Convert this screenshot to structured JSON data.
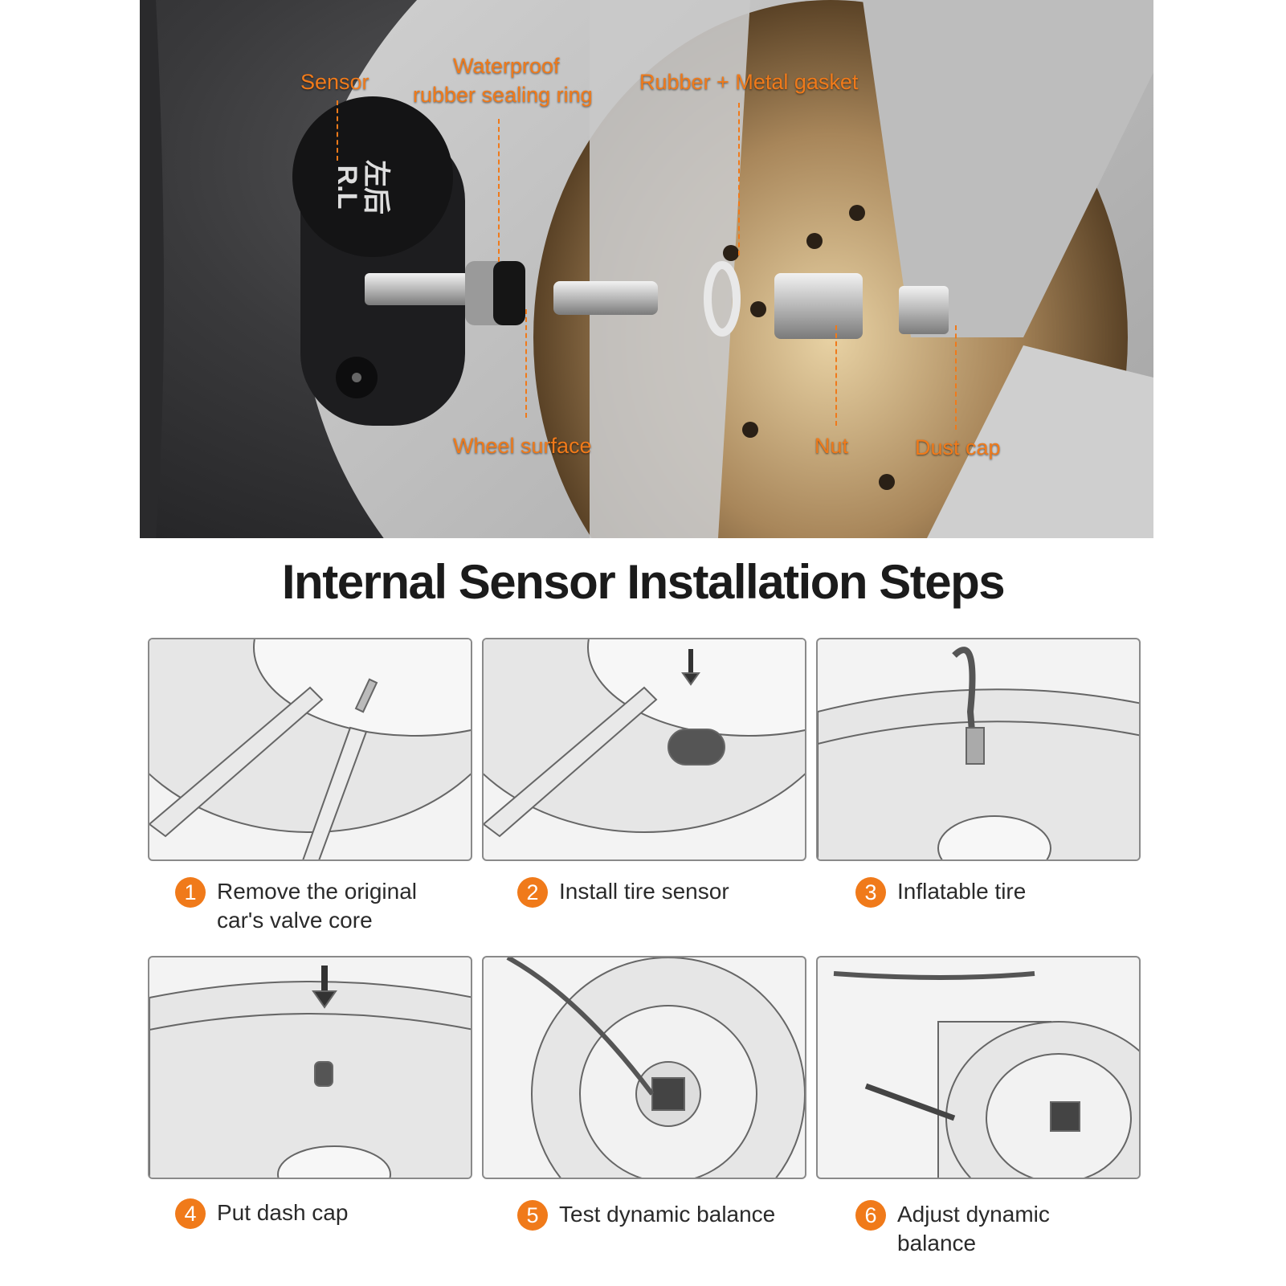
{
  "hero": {
    "callouts": {
      "sensor": "Sensor",
      "sealing_ring_line1": "Waterproof",
      "sealing_ring_line2": "rubber sealing ring",
      "gasket": "Rubber + Metal gasket",
      "wheel_surface": "Wheel surface",
      "nut": "Nut",
      "dust_cap": "Dust cap"
    },
    "sensor_marking_cn": "左后",
    "sensor_marking": "R.L"
  },
  "title": "Internal Sensor Installation Steps",
  "steps": [
    {
      "number": "1",
      "label": "Remove the original car's valve core"
    },
    {
      "number": "2",
      "label": "Install tire sensor"
    },
    {
      "number": "3",
      "label": "Inflatable tire"
    },
    {
      "number": "4",
      "label": "Put dash cap"
    },
    {
      "number": "5",
      "label": "Test dynamic balance"
    },
    {
      "number": "6",
      "label": "Adjust dynamic balance"
    }
  ],
  "colors": {
    "accent": "#f07a1a"
  }
}
